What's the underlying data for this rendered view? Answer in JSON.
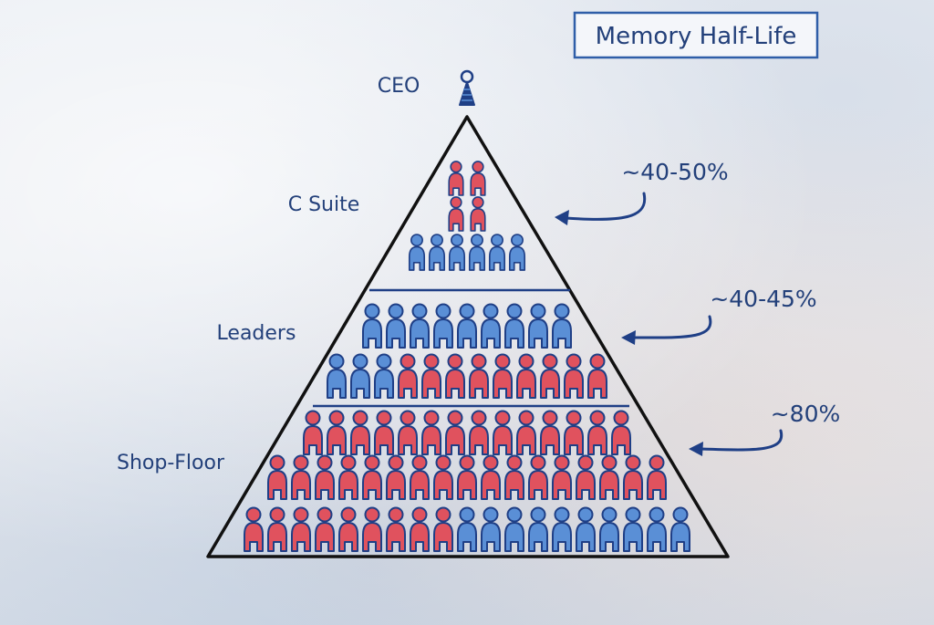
{
  "title": "Memory Half-Life",
  "levels": [
    {
      "label": "CEO"
    },
    {
      "label": "C Suite",
      "annotation": "~40-50%"
    },
    {
      "label": "Leaders",
      "annotation": "~40-45%"
    },
    {
      "label": "Shop-Floor",
      "annotation": "~80%"
    }
  ],
  "colors": {
    "red_figure": "#e0525e",
    "blue_figure": "#5a8fd6",
    "outline": "#1f3f86",
    "text": "#23407a",
    "arrow": "#1f3f86",
    "title_border": "#2f5ea8"
  },
  "figure_rows": [
    {
      "level": "C Suite",
      "red": 2,
      "blue": 0
    },
    {
      "level": "C Suite",
      "red": 2,
      "blue": 0
    },
    {
      "level": "C Suite",
      "red": 0,
      "blue": 6
    },
    {
      "level": "Leaders",
      "red": 0,
      "blue": 9
    },
    {
      "level": "Leaders",
      "red": 9,
      "blue": 3
    },
    {
      "level": "Shop-Floor",
      "red": 14,
      "blue": 0
    },
    {
      "level": "Shop-Floor",
      "red": 17,
      "blue": 0
    },
    {
      "level": "Shop-Floor",
      "red": 9,
      "blue": 10
    }
  ]
}
